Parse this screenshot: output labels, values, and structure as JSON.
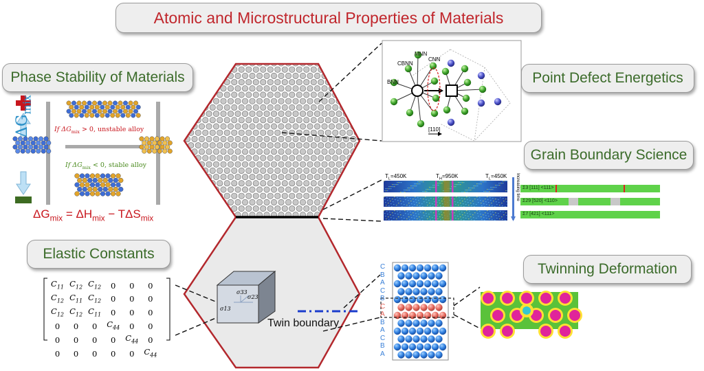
{
  "title": "Atomic and Microstructural Properties of Materials",
  "sections": {
    "phase_stability": "Phase Stability of Materials",
    "point_defect": "Point Defect Energetics",
    "grain_boundary": "Grain Boundary Science",
    "elastic": "Elastic Constants",
    "twinning": "Twinning Deformation"
  },
  "phase": {
    "dg_symbol": "ΔG",
    "dg_sub": "mix",
    "unstable_prefix": "If ΔG",
    "unstable_sub": "mix",
    "unstable_suffix": " > 0, unstable alloy",
    "stable_prefix": "If ΔG",
    "stable_sub": "mix",
    "stable_suffix": " < 0, stable alloy",
    "equation": {
      "g": "ΔG",
      "g_sub": "mix",
      "eq": " = ΔH",
      "h_sub": "mix",
      "minus": " − TΔS",
      "s_sub": "mix"
    },
    "plus_color": "#c8161d",
    "minus_color": "#3d6b22"
  },
  "defect": {
    "labels": {
      "mnn": "MNN",
      "cbnn": "CBNN",
      "cnn": "CNN",
      "bnn": "BNN",
      "direction": "[110]"
    }
  },
  "gb": {
    "temps": {
      "tl_left": "T",
      "tl_left_sub": "L",
      "tl_left_val": "=450K",
      "th": "T",
      "th_sub": "H",
      "th_val": "=950K",
      "tl_right": "T",
      "tl_right_sub": "L",
      "tl_right_val": "=450K"
    },
    "time_label": "Increasing time",
    "boundaries": [
      "Σ3 [111] <111>",
      "Σ29 [520] <110>",
      "Σ7 [421] <111>"
    ]
  },
  "elastic": {
    "matrix": [
      [
        "C11",
        "C12",
        "C12",
        "0",
        "0",
        "0"
      ],
      [
        "C12",
        "C11",
        "C12",
        "0",
        "0",
        "0"
      ],
      [
        "C12",
        "C12",
        "C11",
        "0",
        "0",
        "0"
      ],
      [
        "0",
        "0",
        "0",
        "C44",
        "0",
        "0"
      ],
      [
        "0",
        "0",
        "0",
        "0",
        "C44",
        "0"
      ],
      [
        "0",
        "0",
        "0",
        "0",
        "0",
        "C44"
      ]
    ],
    "stress": {
      "s33": "σ33",
      "s23": "σ23",
      "s13": "σ13"
    }
  },
  "twin": {
    "label": "Twin boundary",
    "stacking": [
      "C",
      "B",
      "A",
      "C",
      "B",
      "C",
      "A",
      "B",
      "A",
      "C",
      "B",
      "A"
    ]
  }
}
